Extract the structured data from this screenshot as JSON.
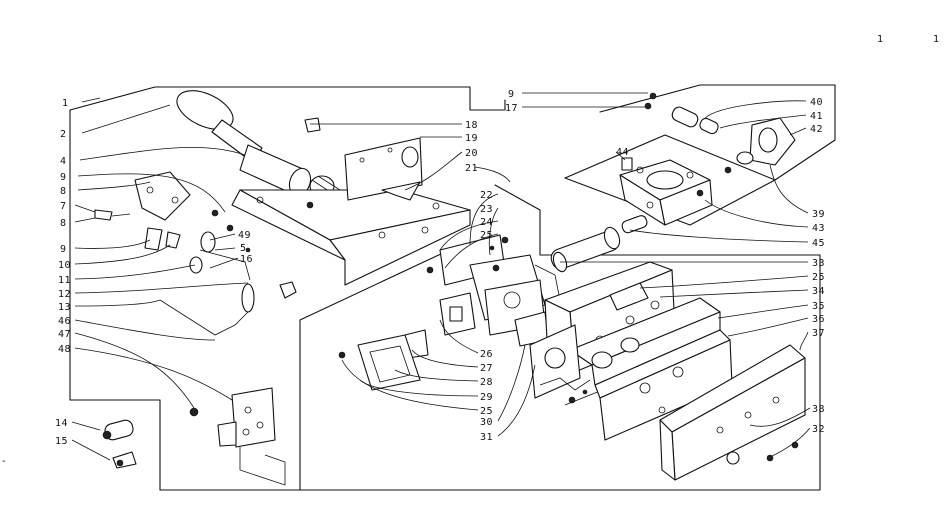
{
  "corner_marks": [
    "1",
    "1"
  ],
  "part_labels": [
    {
      "text": "1"
    },
    {
      "text": "2"
    },
    {
      "text": "4"
    },
    {
      "text": "9"
    },
    {
      "text": "8"
    },
    {
      "text": "7"
    },
    {
      "text": "8"
    },
    {
      "text": "9"
    },
    {
      "text": "10"
    },
    {
      "text": "11"
    },
    {
      "text": "12"
    },
    {
      "text": "13"
    },
    {
      "text": "46"
    },
    {
      "text": "47"
    },
    {
      "text": "48"
    },
    {
      "text": "14"
    },
    {
      "text": "15"
    },
    {
      "text": "49"
    },
    {
      "text": "5"
    },
    {
      "text": "16"
    },
    {
      "text": "18"
    },
    {
      "text": "19"
    },
    {
      "text": "20"
    },
    {
      "text": "21"
    },
    {
      "text": "22"
    },
    {
      "text": "23"
    },
    {
      "text": "24"
    },
    {
      "text": "25"
    },
    {
      "text": "26"
    },
    {
      "text": "27"
    },
    {
      "text": "28"
    },
    {
      "text": "29"
    },
    {
      "text": "25"
    },
    {
      "text": "30"
    },
    {
      "text": "31"
    },
    {
      "text": "9"
    },
    {
      "text": "17"
    },
    {
      "text": "40"
    },
    {
      "text": "41"
    },
    {
      "text": "42"
    },
    {
      "text": "44"
    },
    {
      "text": "39"
    },
    {
      "text": "43"
    },
    {
      "text": "45"
    },
    {
      "text": "33"
    },
    {
      "text": "25"
    },
    {
      "text": "34"
    },
    {
      "text": "35"
    },
    {
      "text": "36"
    },
    {
      "text": "37"
    },
    {
      "text": "38"
    },
    {
      "text": "32"
    }
  ]
}
